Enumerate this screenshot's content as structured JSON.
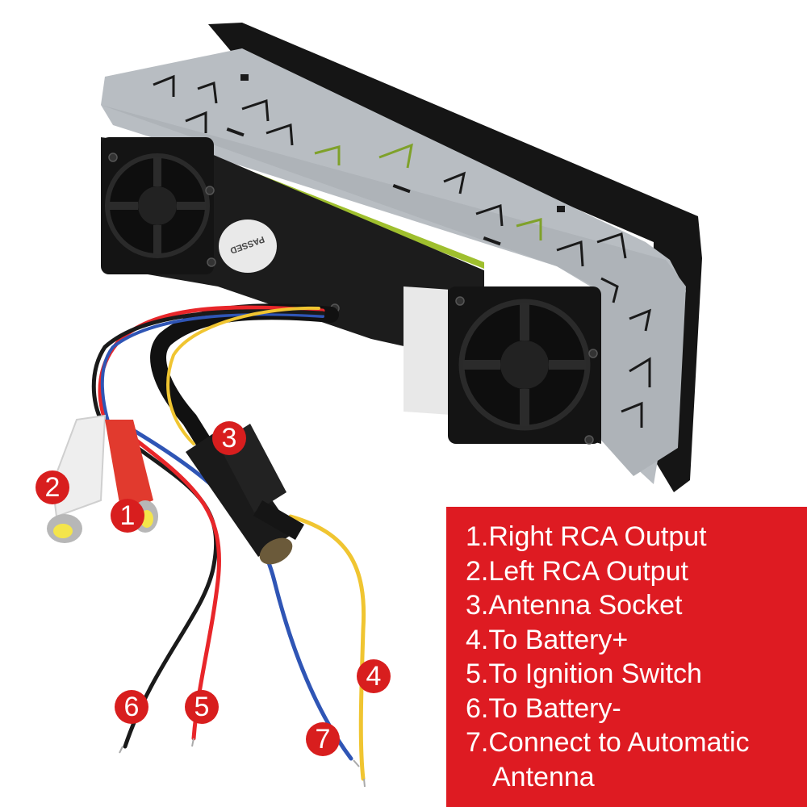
{
  "legend": {
    "background_color": "#de1b22",
    "items": [
      {
        "number": "1.",
        "label": "Right RCA Output"
      },
      {
        "number": "2.",
        "label": "Left RCA Output"
      },
      {
        "number": "3.",
        "label": "Antenna Socket"
      },
      {
        "number": "4.",
        "label": "To Battery+"
      },
      {
        "number": "5.",
        "label": "To Ignition Switch"
      },
      {
        "number": "6.",
        "label": "To Battery-"
      },
      {
        "number": "7.",
        "label": "Connect to Automatic",
        "continuation": "Antenna"
      }
    ]
  },
  "markers": [
    {
      "label": "1",
      "target": "right-rca-connector"
    },
    {
      "label": "2",
      "target": "left-rca-connector"
    },
    {
      "label": "3",
      "target": "antenna-socket"
    },
    {
      "label": "4",
      "target": "yellow-wire"
    },
    {
      "label": "5",
      "target": "red-wire"
    },
    {
      "label": "6",
      "target": "black-wire"
    },
    {
      "label": "7",
      "target": "blue-wire"
    }
  ],
  "sticker": {
    "text": "PASSED"
  },
  "colors": {
    "marker": "#d81e1e",
    "wire_red": "#e8262a",
    "wire_black": "#1a1a1a",
    "wire_blue": "#2f55b5",
    "wire_yellow": "#f0c531",
    "cage": "#b9bfc4",
    "body": "#1c1c1c"
  }
}
